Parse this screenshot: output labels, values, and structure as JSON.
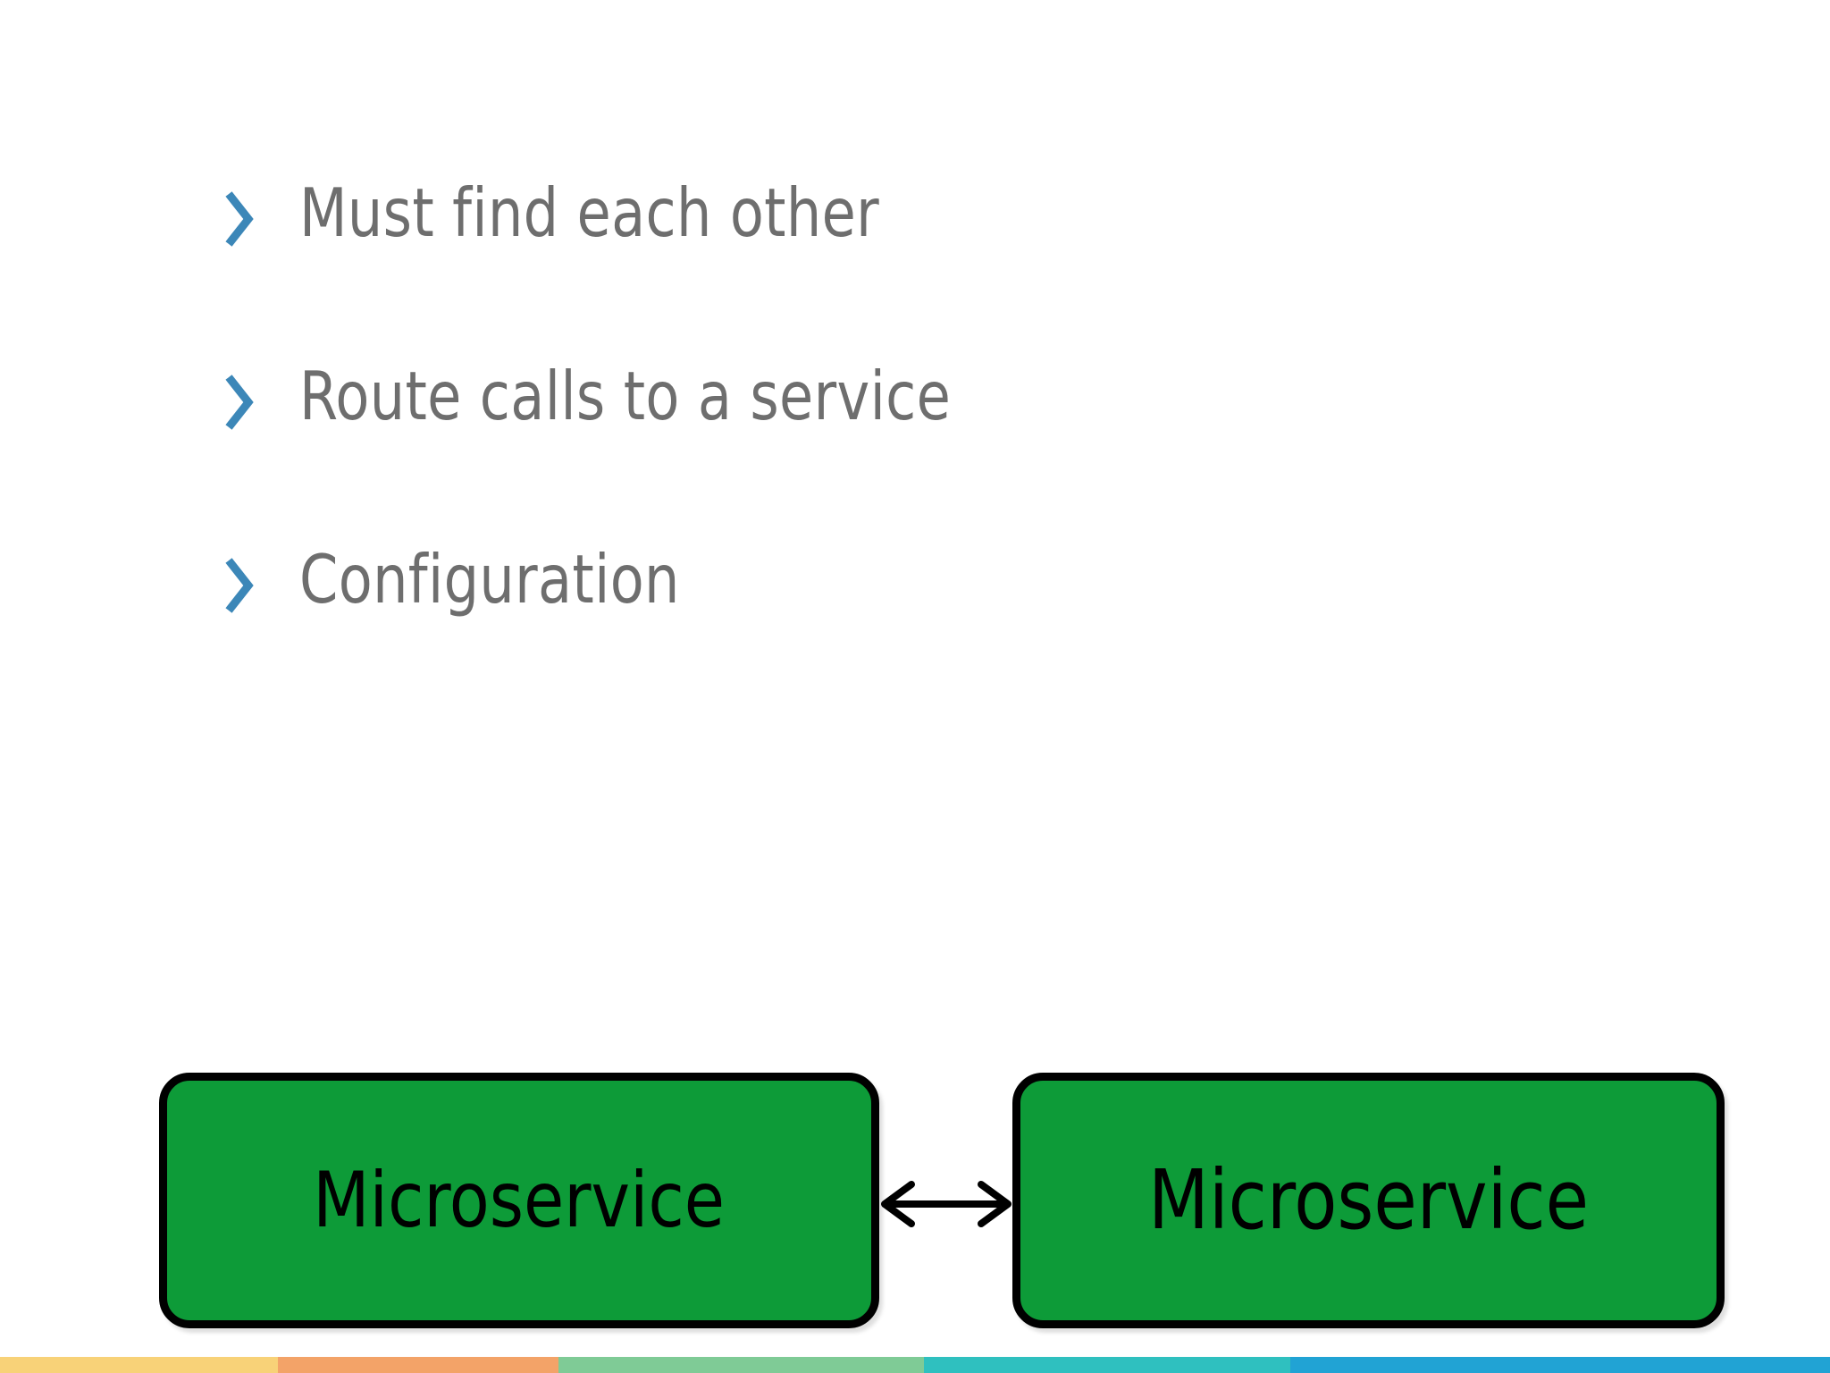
{
  "slide": {
    "background_color": "#ffffff",
    "bullets": [
      {
        "marker": "chevron-right-icon",
        "text": "Must find each other"
      },
      {
        "marker": "chevron-right-icon",
        "text": "Route calls to a service"
      },
      {
        "marker": "chevron-right-icon",
        "text": "Configuration"
      }
    ],
    "bullet_text_color": "#6e6e6e",
    "bullet_marker_color": "#3c87b8",
    "diagram": {
      "nodes": [
        {
          "label": "Microservice",
          "fill": "#0d9b38",
          "border": "#000000"
        },
        {
          "label": "Microservice",
          "fill": "#0d9b38",
          "border": "#000000"
        }
      ],
      "connector": {
        "name": "bidirectional-arrow",
        "style": "double-headed",
        "color": "#000000"
      }
    },
    "accent_bar": {
      "segments": [
        {
          "name": "accent-gold",
          "color": "#f8d278",
          "width_pct": 15.2
        },
        {
          "name": "accent-orange",
          "color": "#f3a368",
          "width_pct": 15.3
        },
        {
          "name": "accent-green",
          "color": "#7fcb96",
          "width_pct": 20.0
        },
        {
          "name": "accent-teal",
          "color": "#2fc0bf",
          "width_pct": 20.0
        },
        {
          "name": "accent-blue",
          "color": "#21a3d4",
          "width_pct": 29.5
        }
      ]
    }
  }
}
